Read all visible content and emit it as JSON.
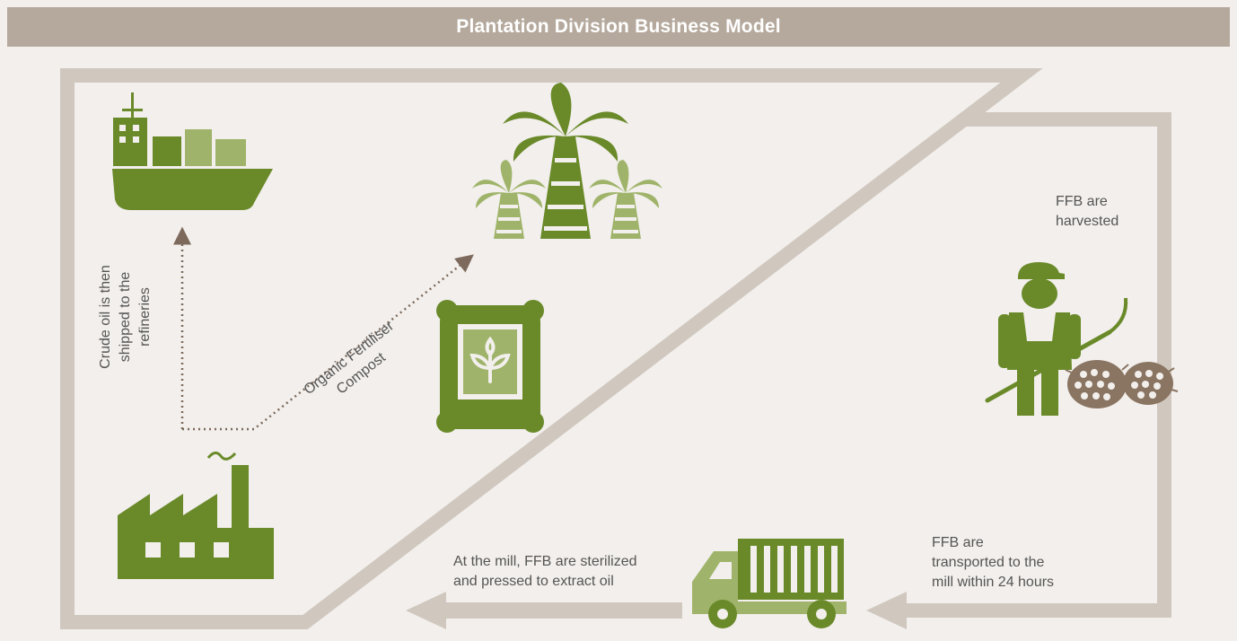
{
  "header": {
    "title": "Plantation Division Business Model"
  },
  "colors": {
    "dark_green": "#6a8a2a",
    "light_green": "#9fb46a",
    "frame": "#d0c8bf",
    "background": "#f2efec",
    "dotted_arrow": "#7d6a5c",
    "fruit": "#8a7462"
  },
  "icons": [
    "ship-icon",
    "palm-trees-icon",
    "fertiliser-sack-icon",
    "factory-icon",
    "truck-icon",
    "harvester-worker-icon",
    "fruit-bunch-icon"
  ],
  "labels": {
    "harvested": [
      "FFB are",
      "harvested"
    ],
    "transported": [
      "FFB are",
      "transported to the",
      "mill within 24 hours"
    ],
    "mill": [
      "At the mill, FFB are sterilized",
      "and pressed to extract oil"
    ],
    "fertiliser": [
      "Organic Fertiliser",
      "Compost"
    ],
    "shipped": [
      "Crude oil is then",
      "shipped to the",
      "refineries"
    ]
  }
}
